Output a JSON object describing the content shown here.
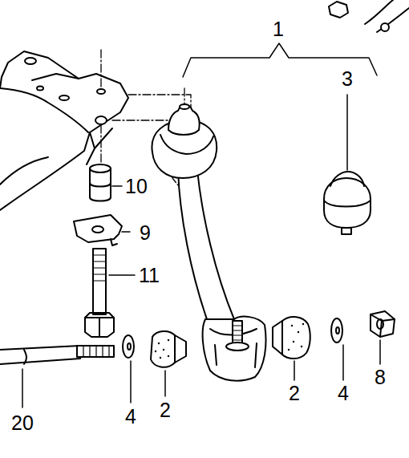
{
  "diagram": {
    "labels": [
      "1",
      "3",
      "10",
      "9",
      "11",
      "20",
      "4",
      "2",
      "2",
      "4",
      "8"
    ]
  }
}
